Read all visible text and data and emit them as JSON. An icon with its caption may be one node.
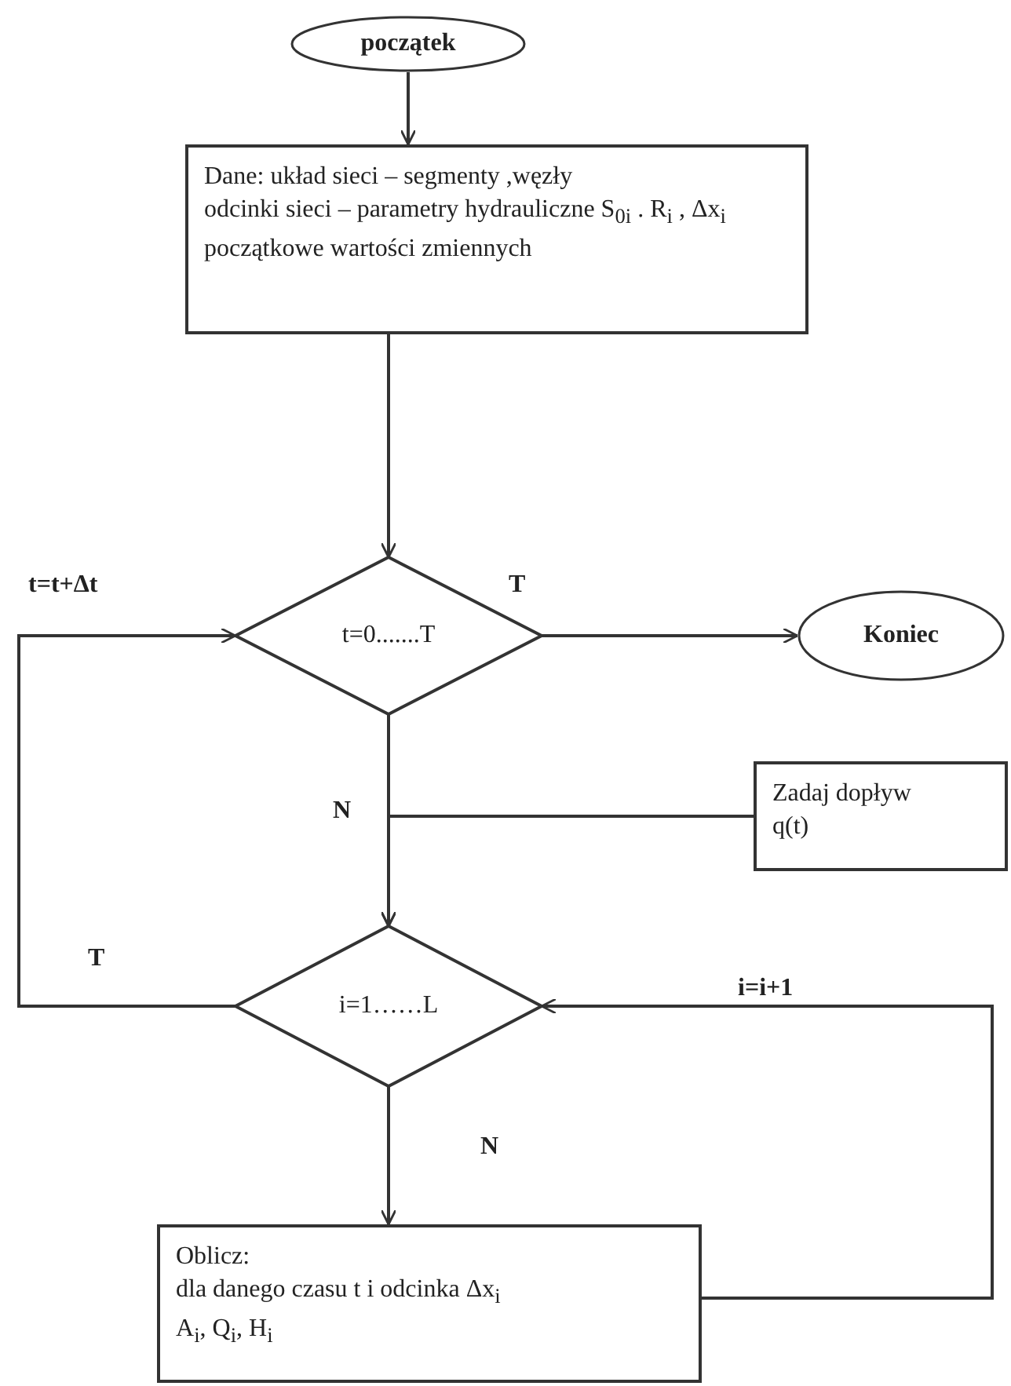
{
  "diagram": {
    "nodes": [
      {
        "text": [
          "początek"
        ]
      },
      {
        "text": [
          "Dane: układ sieci – segmenty ,węzły",
          "odcinki sieci – parametry hydrauliczne S$_{0i}$ . R$_{i}$ , Δx$_{i}$",
          "początkowe wartości zmiennych"
        ]
      },
      {
        "text": [
          "t=0.......T"
        ]
      },
      {
        "text": [
          "Koniec"
        ]
      },
      {
        "text": [
          "Zadaj dopływ",
          "q(t)"
        ]
      },
      {
        "text": [
          "i=1……L"
        ]
      },
      {
        "text": [
          "Oblicz:",
          "dla danego czasu t i odcinka Δx$_{i}$",
          "A$_{i}$, Q$_{i}$, H$_{i}$"
        ]
      }
    ],
    "edges": [
      {
        "from": 0,
        "to": 1,
        "arrow": "to"
      },
      {
        "from": 1,
        "to": 2,
        "arrow": "to"
      },
      {
        "from": 2,
        "to": 3,
        "arrow": "to",
        "label": "T"
      },
      {
        "from": 2,
        "to": 5,
        "arrow": "to",
        "label": "N"
      },
      {
        "from": 4,
        "to": 5,
        "arrow": "to"
      },
      {
        "from": 5,
        "to": 6,
        "arrow": "to",
        "label": "N"
      },
      {
        "from": 5,
        "to": 2,
        "arrow": "to",
        "label": "T"
      },
      {
        "from": 6,
        "to": 5,
        "arrow": "to",
        "label": "i=i+1"
      }
    ],
    "labels": [
      "t=t+Δt"
    ]
  }
}
